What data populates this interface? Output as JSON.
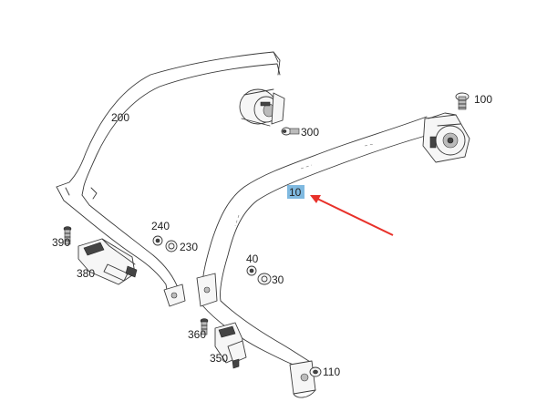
{
  "callouts": {
    "c10": "10",
    "c30": "30",
    "c40": "40",
    "c100": "100",
    "c110": "110",
    "c200": "200",
    "c230": "230",
    "c240": "240",
    "c300": "300",
    "c350": "350",
    "c360": "360",
    "c380": "380",
    "c390": "390"
  },
  "colors": {
    "highlight_fill": "#7fb9e0",
    "arrow": "#e8312a",
    "line": "#3a3a3a",
    "background": "#ffffff"
  },
  "highlighted_part": "10"
}
